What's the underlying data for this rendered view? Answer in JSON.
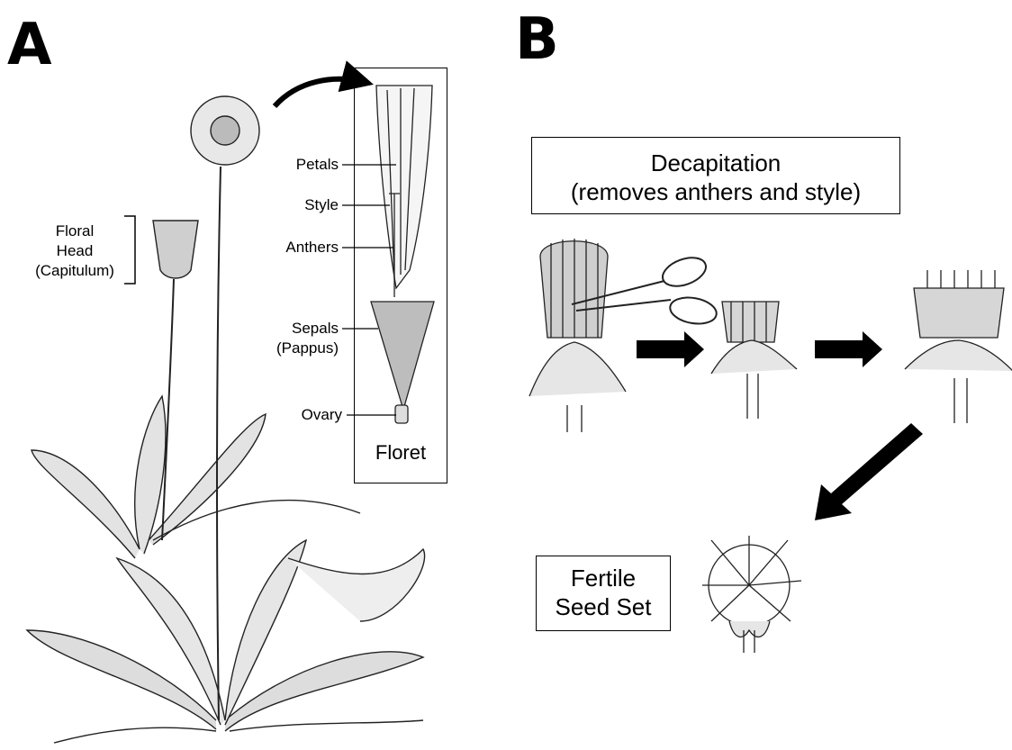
{
  "panel_a": {
    "letter": "A",
    "floral_head_label": [
      "Floral",
      "Head",
      "(Capitulum)"
    ],
    "floret_parts": [
      "Petals",
      "Style",
      "Anthers",
      "Sepals",
      "(Pappus)",
      "Ovary"
    ],
    "floret_title": "Floret"
  },
  "panel_b": {
    "letter": "B",
    "decapitation_box": [
      "Decapitation",
      "(removes anthers and style)"
    ],
    "fertile_box": [
      "Fertile",
      "Seed Set"
    ]
  }
}
